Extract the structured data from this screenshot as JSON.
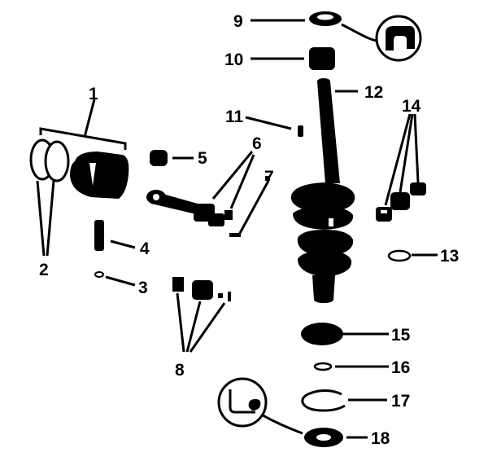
{
  "colors": {
    "ink": "#000000",
    "paper": "#ffffff"
  },
  "callouts": [
    {
      "label": "1"
    },
    {
      "label": "2"
    },
    {
      "label": "3"
    },
    {
      "label": "4"
    },
    {
      "label": "5"
    },
    {
      "label": "6"
    },
    {
      "label": "7"
    },
    {
      "label": "8"
    },
    {
      "label": "9"
    },
    {
      "label": "10"
    },
    {
      "label": "11"
    },
    {
      "label": "12"
    },
    {
      "label": "13"
    },
    {
      "label": "14"
    },
    {
      "label": "15"
    },
    {
      "label": "16"
    },
    {
      "label": "17"
    },
    {
      "label": "18"
    }
  ],
  "icons": [
    "seal-detail-icon",
    "retaining-clip-detail-icon"
  ]
}
